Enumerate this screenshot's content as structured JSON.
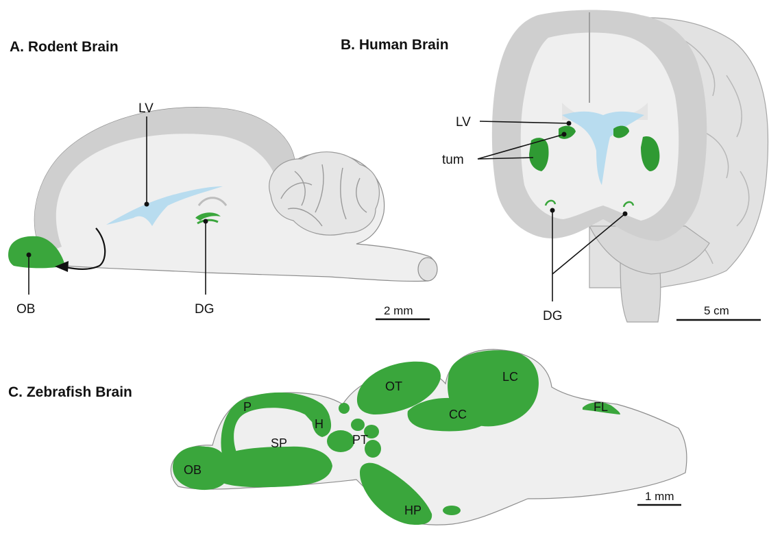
{
  "panels": {
    "rodent": {
      "title": "A. Rodent Brain",
      "labels": {
        "lv": "LV",
        "ob": "OB",
        "dg": "DG"
      },
      "scale_bar": "2 mm"
    },
    "human": {
      "title": "B. Human Brain",
      "labels": {
        "lv": "LV",
        "tum": "tum",
        "dg": "DG"
      },
      "scale_bar": "5 cm"
    },
    "zebrafish": {
      "title": "C. Zebrafish Brain",
      "labels": {
        "p": "P",
        "h": "H",
        "sp": "SP",
        "ob": "OB",
        "ot": "OT",
        "pt": "PT",
        "cc": "CC",
        "lc": "LC",
        "fl": "FL",
        "hp": "HP"
      },
      "scale_bar": "1 mm"
    }
  },
  "colors": {
    "neurogenic_region": "#3aa63c",
    "ventricle": "#b8dcef",
    "brain_tissue": "#efefef",
    "cortex": "#cfcfcf"
  }
}
